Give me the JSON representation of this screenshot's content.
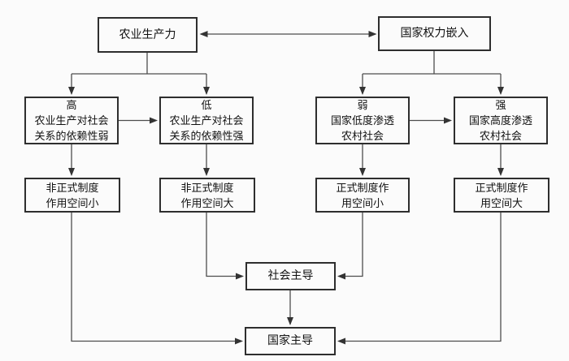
{
  "diagram": {
    "nodes": {
      "agricultural_productivity": "农业生产力",
      "state_power_embedding": "国家权力嵌入",
      "high_dependence": "高\n农业生产对社会\n关系的依赖性弱",
      "low_dependence": "低\n农业生产对社会\n关系的依赖性强",
      "weak_penetration": "弱\n国家低度渗透\n农村社会",
      "strong_penetration": "强\n国家高度渗透\n农村社会",
      "informal_space_small": "非正式制度\n作用空间小",
      "informal_space_large": "非正式制度\n作用空间大",
      "formal_space_small": "正式制度作\n用空间小",
      "formal_space_large": "正式制度作\n用空间大",
      "society_led": "社会主导",
      "state_led": "国家主导"
    },
    "edges": [
      {
        "from": "agricultural_productivity",
        "to": "state_power_embedding",
        "type": "bidirectional"
      },
      {
        "from": "agricultural_productivity",
        "to": "high_dependence",
        "type": "arrow"
      },
      {
        "from": "agricultural_productivity",
        "to": "low_dependence",
        "type": "arrow"
      },
      {
        "from": "state_power_embedding",
        "to": "weak_penetration",
        "type": "arrow"
      },
      {
        "from": "state_power_embedding",
        "to": "strong_penetration",
        "type": "arrow"
      },
      {
        "from": "high_dependence",
        "to": "low_dependence",
        "type": "arrow"
      },
      {
        "from": "weak_penetration",
        "to": "strong_penetration",
        "type": "arrow"
      },
      {
        "from": "high_dependence",
        "to": "informal_space_small",
        "type": "arrow"
      },
      {
        "from": "low_dependence",
        "to": "informal_space_large",
        "type": "arrow"
      },
      {
        "from": "weak_penetration",
        "to": "formal_space_small",
        "type": "arrow"
      },
      {
        "from": "strong_penetration",
        "to": "formal_space_large",
        "type": "arrow"
      },
      {
        "from": "informal_space_large",
        "to": "society_led",
        "type": "arrow"
      },
      {
        "from": "formal_space_small",
        "to": "society_led",
        "type": "arrow"
      },
      {
        "from": "informal_space_small",
        "to": "state_led",
        "type": "arrow"
      },
      {
        "from": "formal_space_large",
        "to": "state_led",
        "type": "arrow"
      },
      {
        "from": "society_led",
        "to": "state_led",
        "type": "arrow"
      }
    ],
    "colors": {
      "line": "#4d4d4d",
      "box_border": "#2e2e2e",
      "background": "#fbfbfb",
      "text": "#111111"
    }
  }
}
